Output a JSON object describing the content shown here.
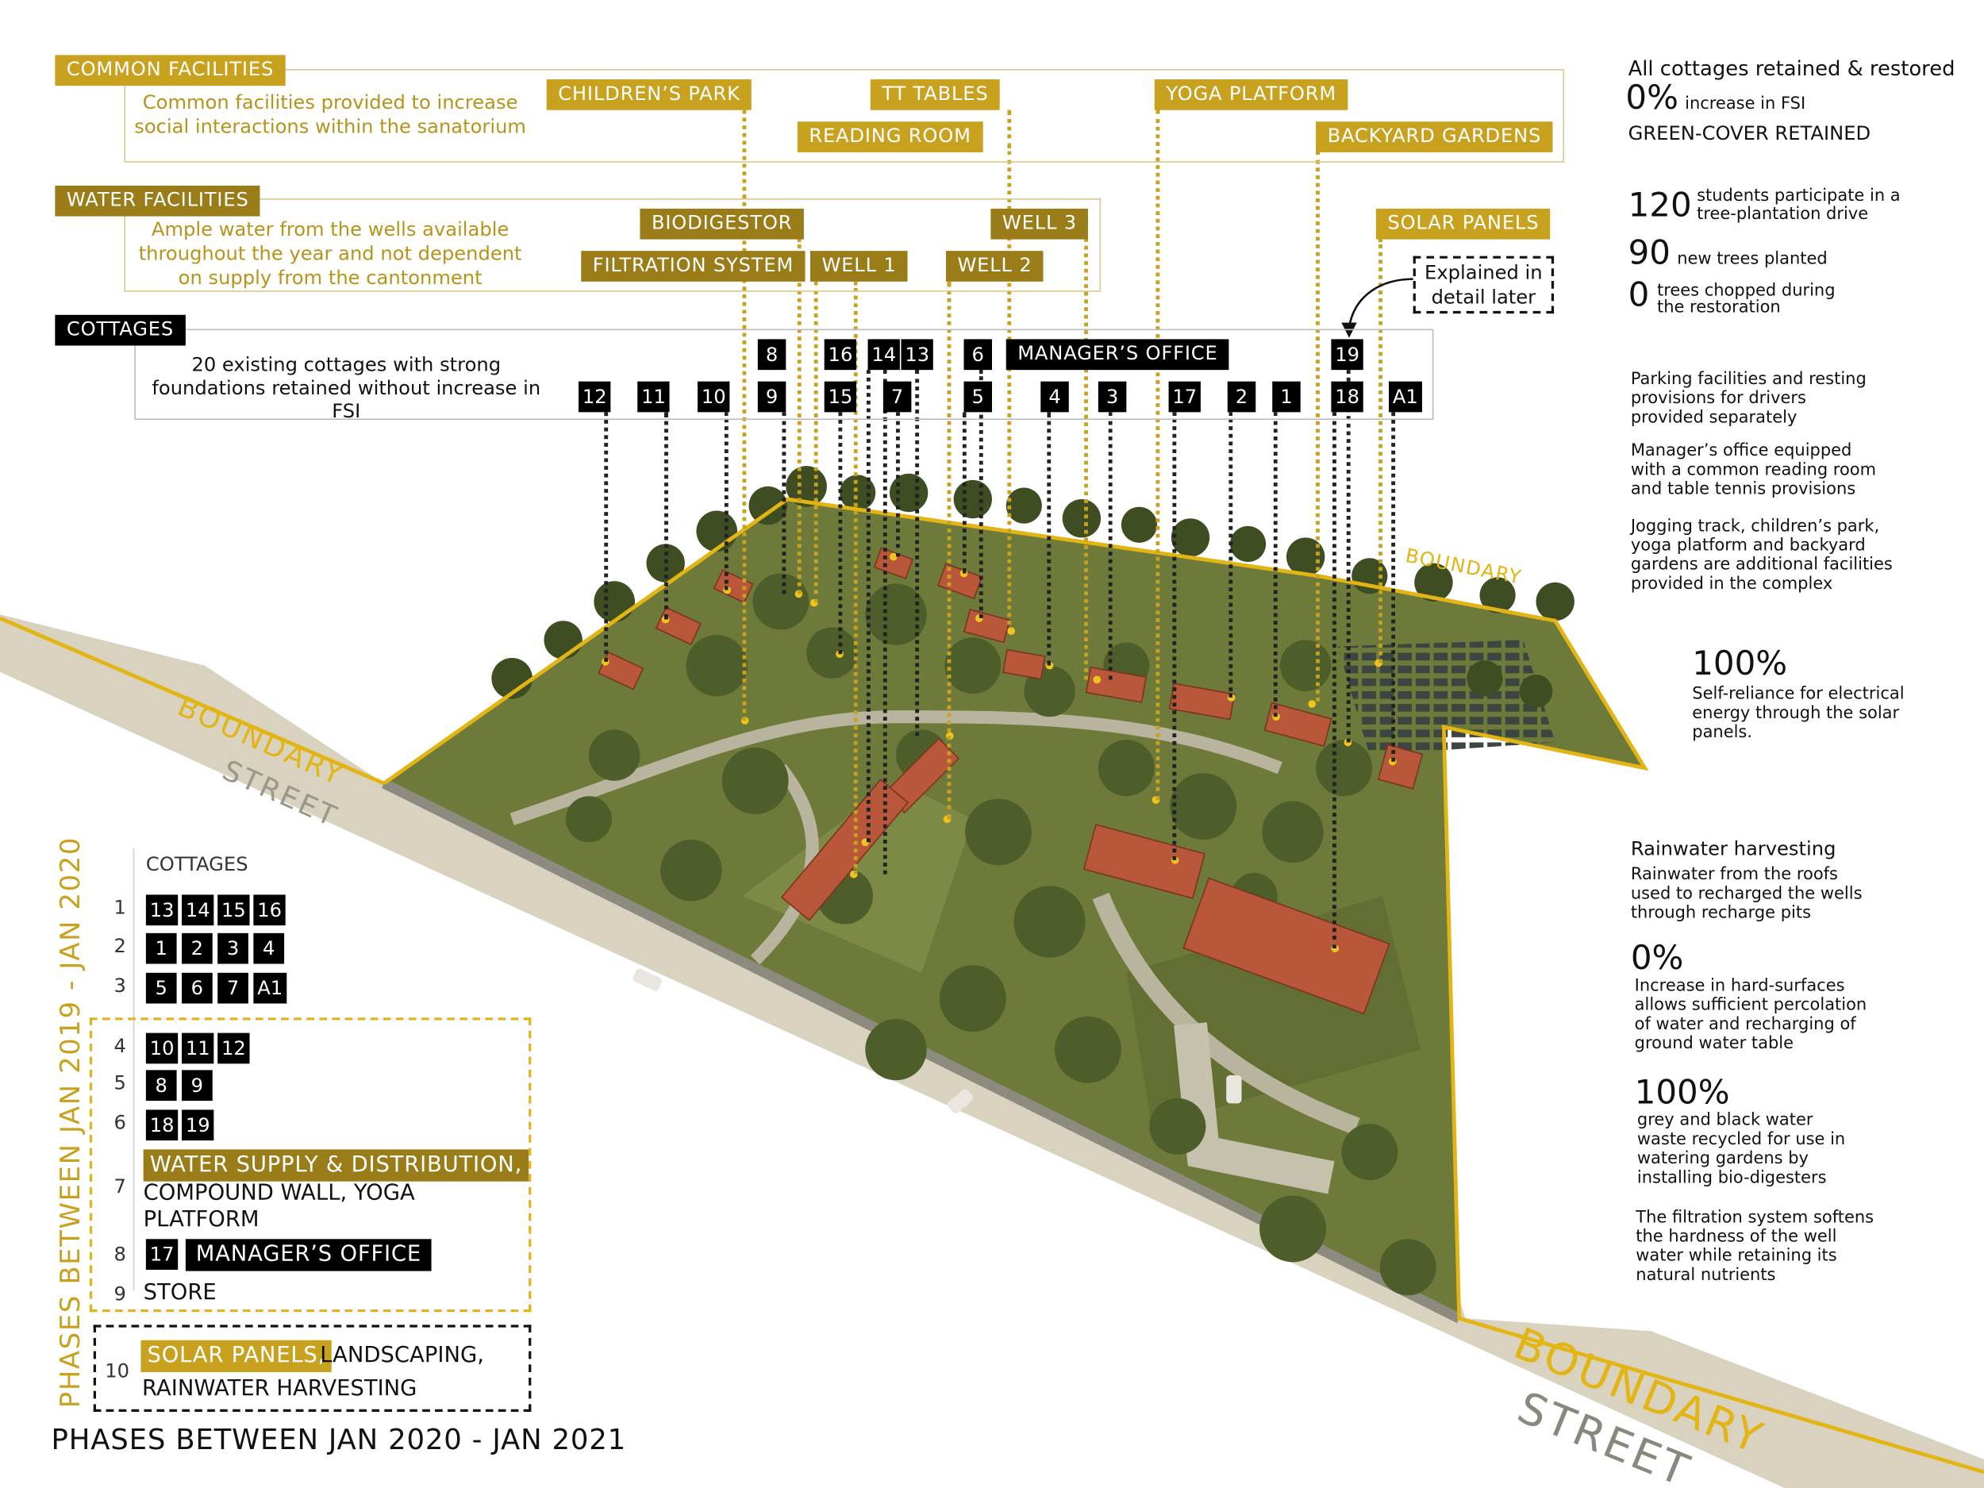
{
  "common": {
    "title": "COMMON FACILITIES",
    "desc1": "Common facilities provided to increase",
    "desc2": "social interactions within the sanatorium",
    "childrens_park": "CHILDREN’S PARK",
    "tt_tables": "TT TABLES",
    "reading_room": "READING ROOM",
    "yoga": "YOGA PLATFORM",
    "backyard": "BACKYARD GARDENS"
  },
  "water": {
    "title": "WATER FACILITIES",
    "desc1": "Ample water from the wells available",
    "desc2": "throughout the year and not dependent",
    "desc3": "on supply from the cantonment",
    "biodigestor": "BIODIGESTOR",
    "filtration": "FILTRATION SYSTEM",
    "well1": "WELL 1",
    "well2": "WELL 2",
    "well3": "WELL 3",
    "solar": "SOLAR PANELS",
    "explained1": "Explained in",
    "explained2": "detail later"
  },
  "cottages": {
    "title": "COTTAGES",
    "desc1": "20 existing cottages with strong",
    "desc2": "foundations retained without increase in FSI",
    "top_row": [
      "8",
      "16",
      "14",
      "13",
      "6",
      "19"
    ],
    "managers_office": "MANAGER’S OFFICE",
    "bottom_row": [
      "12",
      "11",
      "10",
      "9",
      "15",
      "7",
      "5",
      "4",
      "3",
      "17",
      "2",
      "1",
      "18",
      "A1"
    ]
  },
  "right": {
    "all_cottages": "All cottages retained & restored",
    "fsi_num": "0%",
    "fsi_text": "increase in FSI",
    "green": "GREEN-COVER RETAINED",
    "s120": "120",
    "s120_t1": "students participate in a",
    "s120_t2": "tree-plantation drive",
    "s90": "90",
    "s90_t": "new trees planted",
    "s0": "0",
    "s0_t1": "trees chopped during",
    "s0_t2": "the restoration",
    "parking1": "Parking facilities and resting",
    "parking2": "provisions for drivers",
    "parking3": "provided separately",
    "mgr1": "Manager’s office equipped",
    "mgr2": "with a common reading room",
    "mgr3": "and table tennis provisions",
    "jog1": "Jogging track, children’s park,",
    "jog2": "yoga platform and backyard",
    "jog3": "gardens are additional facilities",
    "jog4": "provided in the complex",
    "p100a": "100%",
    "solar1": "Self-reliance for electrical",
    "solar2": "energy through the solar",
    "solar3": "panels.",
    "rain_title": "Rainwater harvesting",
    "rain1": "Rainwater from the roofs",
    "rain2": "used to recharged the wells",
    "rain3": "through recharge pits",
    "p0": "0%",
    "hard1": "Increase in hard-surfaces",
    "hard2": "allows sufficient percolation",
    "hard3": "of water and recharging of",
    "hard4": "ground water table",
    "p100b": "100%",
    "grey1": "grey and black water",
    "grey2": "waste recycled for use in",
    "grey3": "watering gardens by",
    "grey4": "installing bio-digesters",
    "filt1": "The filtration system softens",
    "filt2": "the hardness of the well",
    "filt3": "water while retaining its",
    "filt4": "natural nutrients"
  },
  "map": {
    "boundary": "BOUNDARY",
    "street": "STREET"
  },
  "legend": {
    "vertical": "PHASES BETWEEN JAN 2019 - JAN 2020",
    "cottages": "COTTAGES",
    "p1": "1",
    "p1_items": [
      "13",
      "14",
      "15",
      "16"
    ],
    "p2": "2",
    "p2_items": [
      "1",
      "2",
      "3",
      "4"
    ],
    "p3": "3",
    "p3_items": [
      "5",
      "6",
      "7",
      "A1"
    ],
    "p4": "4",
    "p4_items": [
      "10",
      "11",
      "12"
    ],
    "p5": "5",
    "p5_items": [
      "8",
      "9"
    ],
    "p6": "6",
    "p6_items": [
      "18",
      "19"
    ],
    "p7": "7",
    "p7_hl": "WATER SUPPLY & DISTRIBUTION,",
    "p7_l2": "COMPOUND WALL, YOGA",
    "p7_l3": "PLATFORM",
    "p8": "8",
    "p8_num": "17",
    "p8_hl": "MANAGER’S OFFICE",
    "p9": "9",
    "p9_t": "STORE",
    "p10": "10",
    "p10_hl": "SOLAR PANELS,",
    "p10_t": "LANDSCAPING,",
    "p10_l2": "RAINWATER HARVESTING",
    "bottom": "PHASES BETWEEN JAN 2020 - JAN 2021"
  },
  "colors": {
    "gold": "#c8a21f",
    "dark_gold": "#9a7d18",
    "grass": "#6e7a3a",
    "street": "#d8d2bf",
    "roof": "#b8573a"
  }
}
